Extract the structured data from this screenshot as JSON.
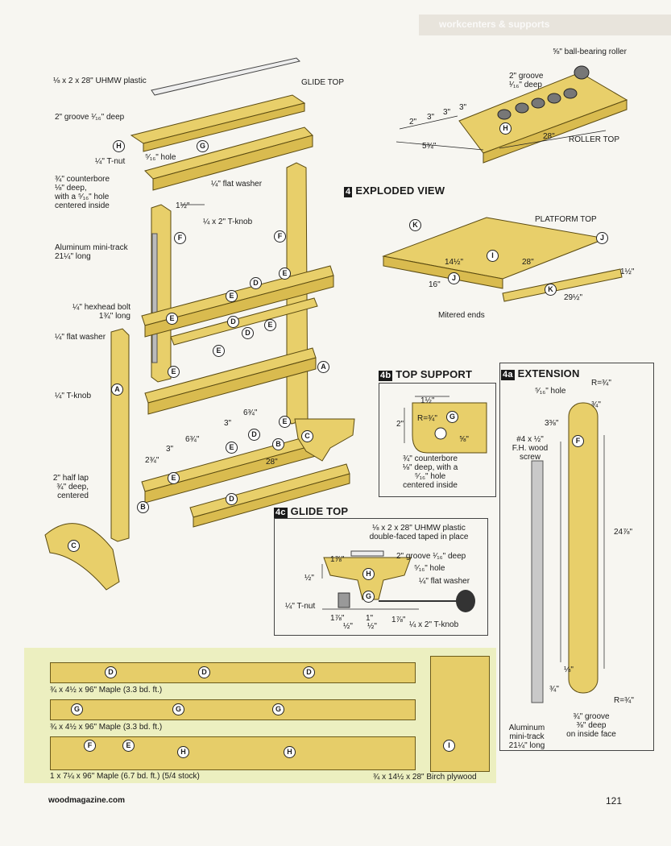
{
  "header": {
    "section_title": "workcenters & supports"
  },
  "main": {
    "exploded_view": {
      "heading_number": "4",
      "heading_label": "EXPLODED VIEW",
      "labels": {
        "plastic": "⅛ x 2 x 28\" UHMW plastic",
        "glide_top": "GLIDE TOP",
        "groove": "2\" groove ¹⁄₁₆\" deep",
        "t_nut": "¼\" T-nut",
        "hole": "⁵⁄₁₆\" hole",
        "counterbore": "¾\" counterbore\n⅛\" deep,\nwith a ⁵⁄₁₆\" hole\ncentered inside",
        "flat_washer_top": "¼\" flat washer",
        "dim_1_5": "1½\"",
        "t_knob_top": "¼ x 2\" T-knob",
        "mini_track": "Aluminum mini-track\n21¼\" long",
        "hexhead": "¼\" hexhead bolt\n1¾\" long",
        "flat_washer_left": "¼\" flat washer",
        "t_knob_left": "¼\" T-knob",
        "half_lap": "2\" half lap\n¾\" deep,\ncentered",
        "dim_6_75a": "6¾\"",
        "dim_3a": "3\"",
        "dim_6_75b": "6¾\"",
        "dim_3b": "3\"",
        "dim_2_75": "2¾\"",
        "dim_28": "28\""
      }
    },
    "roller_top": {
      "labels": {
        "ball_roller": "⅝\" ball-bearing roller",
        "groove": "2\" groove\n¹⁄₁₆\" deep",
        "dim_2": "2\"",
        "dim_3a": "3\"",
        "dim_3b": "3\"",
        "dim_3c": "3\"",
        "dim_5_75": "5¾\"",
        "dim_28": "28\"",
        "title": "ROLLER TOP"
      }
    },
    "platform_top": {
      "labels": {
        "title": "PLATFORM TOP",
        "dim_14_5": "14½\"",
        "dim_28": "28\"",
        "dim_16": "16\"",
        "dim_1_5": "1½\"",
        "dim_29_5": "29½\"",
        "mitered": "Mitered ends"
      }
    },
    "top_support": {
      "heading_number": "4b",
      "heading_label": "TOP SUPPORT",
      "labels": {
        "dim_1_5": "1½\"",
        "dim_2": "2\"",
        "radius": "R=¾\"",
        "dim_5_8": "⅝\"",
        "counterbore": "¾\" counterbore\n⅛\" deep, with a\n⁵⁄₁₆\" hole\ncentered inside"
      }
    },
    "glide_top_detail": {
      "heading_number": "4c",
      "heading_label": "GLIDE TOP",
      "labels": {
        "plastic": "⅛ x 2 x 28\" UHMW plastic\ndouble-faced taped in place",
        "groove": "2\" groove ¹⁄₁₆\" deep",
        "hole": "⁵⁄₁₆\" hole",
        "washer": "¼\" flat washer",
        "t_nut": "¼\" T-nut",
        "t_knob": "¼ x 2\" T-knob",
        "dim_1_875a": "1⅞\"",
        "dim_0_5a": "½\"",
        "dim_1_875b": "1⅞\"",
        "dim_0_5b": "½\"",
        "dim_1": "1\"",
        "dim_0_5c": "½\"",
        "dim_1_875c": "1⅞\""
      }
    },
    "extension": {
      "heading_number": "4a",
      "heading_label": "EXTENSION",
      "labels": {
        "hole": "⁵⁄₁₆\" hole",
        "radius_top": "R=¾\"",
        "dim_0_75": "¾\"",
        "dim_3_375": "3⅜\"",
        "screw": "#4 x ½\"\nF.H. wood\nscrew",
        "dim_24_875": "24⅞\"",
        "dim_0_125": "⅛\"",
        "dim_0_75b": "¾\"",
        "radius_bottom": "R=¾\"",
        "groove": "¾\" groove\n⅜\" deep\non inside face",
        "mini_track": "Aluminum\nmini-track\n21¼\" long"
      }
    },
    "parts": {
      "A": "A",
      "B": "B",
      "C": "C",
      "D": "D",
      "E": "E",
      "F": "F",
      "G": "G",
      "H": "H",
      "I": "I",
      "J": "J",
      "K": "K"
    }
  },
  "cutting_diagram": {
    "board1": "¾ x 4½ x 96\" Maple (3.3 bd. ft.)",
    "board2": "¾ x 4½ x 96\" Maple (3.3 bd. ft.)",
    "board3": "1 x 7¼ x 96\" Maple (6.7 bd. ft.) (5/4 stock)",
    "plywood": "¾ x 14½ x 28\" Birch plywood"
  },
  "footer": {
    "site": "woodmagazine.com",
    "page_number": "121"
  }
}
